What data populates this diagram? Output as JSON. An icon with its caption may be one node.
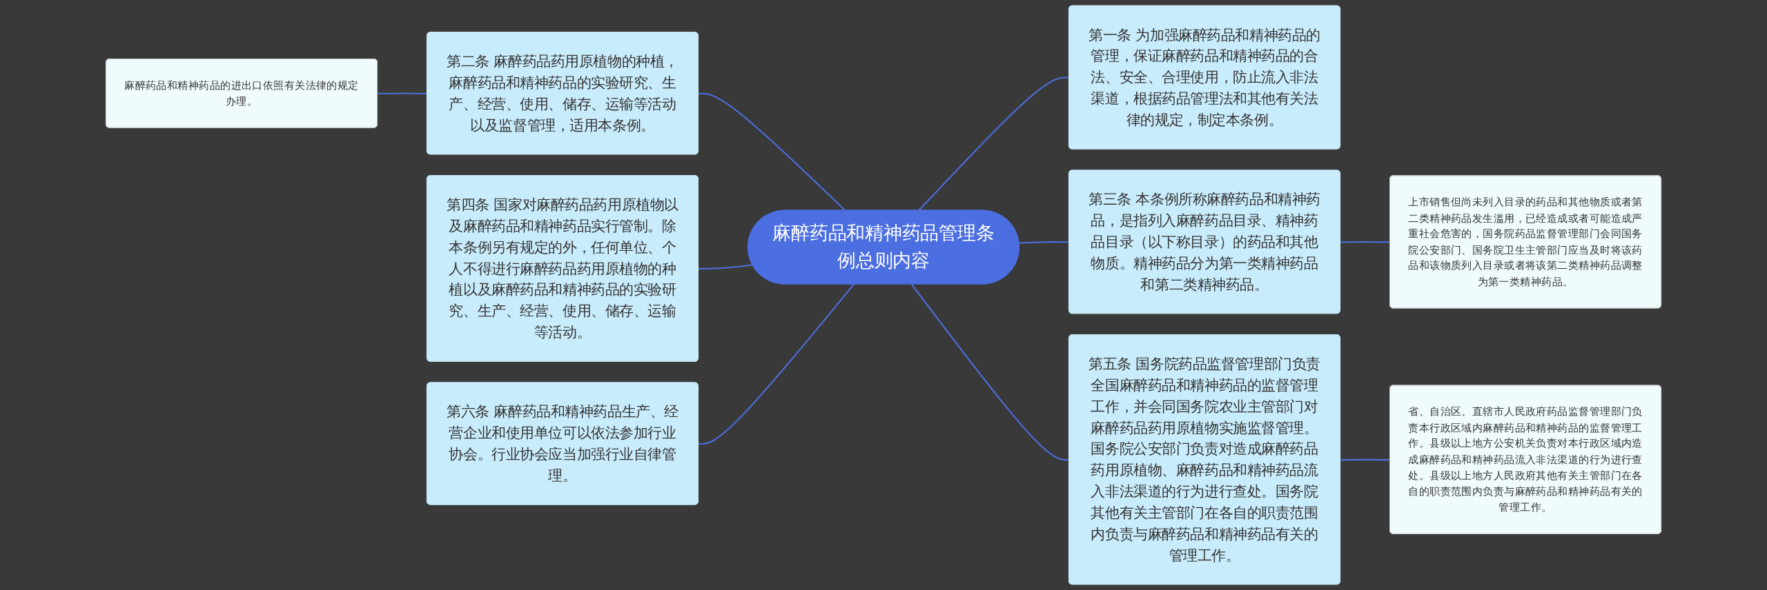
{
  "diagram": {
    "nodes": [
      {
        "text": [
          "麻醉药品和精神药品管理条例总则内容"
        ]
      },
      {
        "text": [
          "第一条 为加强麻醉药品和精神药品的管理，保证麻醉药品和精神药品的合法、安全、合理使用，防止流入非法渠道，根据药品管理法和其他有关法律的规定，制定本条例。"
        ]
      },
      {
        "text": [
          "第三条 本条例所称麻醉药品和精神药品，是指列入麻醉药品目录、精神药品目录（以下称目录）的药品和其他物质。精神药品分为第一类精神药品和第二类精神药品。"
        ]
      },
      {
        "text": [
          "上市销售但尚未列入目录的药品和其他物质或者第二类精神药品发生滥用，已经造成或者可能造成严重社会危害的，国务院药品监督管理部门会同国务院公安部门、国务院卫生主管部门应当及时将该药品和该物质列入目录或者将该第二类精神药品调整为第一类精神药品。"
        ]
      },
      {
        "text": [
          "第五条 国务院药品监督管理部门负责全国麻醉药品和精神药品的监督管理工作，并会同国务院农业主管部门对麻醉药品药用原植物实施监督管理。国务院公安部门负责对造成麻醉药品药用原植物、麻醉药品和精神药品流入非法渠道的行为进行查处。国务院其他有关主管部门在各自的职责范围内负责与麻醉药品和精神药品有关的管理工作。"
        ]
      },
      {
        "text": [
          "省、自治区、直辖市人民政府药品监督管理部门负责本行政区域内麻醉药品和精神药品的监督管理工作。县级以上地方公安机关负责对本行政区域内造成麻醉药品和精神药品流入非法渠道的行为进行查处。县级以上地方人民政府其他有关主管部门在各自的职责范围内负责与麻醉药品和精神药品有关的管理工作。"
        ]
      },
      {
        "text": [
          "第二条 麻醉药品药用原植物的种植，麻醉药品和精神药品的实验研究、生产、经营、使用、储存、运输等活动以及监督管理，适用本条例。"
        ]
      },
      {
        "text": [
          "麻醉药品和精神药品的进出口依照有关法律的规定办理。"
        ]
      },
      {
        "text": [
          "第四条 国家对麻醉药品药用原植物以及麻醉药品和精神药品实行管制。除本条例另有规定的外，任何单位、个人不得进行麻醉药品药用原植物的种植以及麻醉药品和精神药品的实验研究、生产、经营、使用、储存、运输等活动。"
        ]
      },
      {
        "text": [
          "第六条 麻醉药品和精神药品生产、经营企业和使用单位可以依法参加行业协会。行业协会应当加强行业自律管理。"
        ]
      }
    ],
    "edges": [
      {
        "from": 0,
        "to": 1,
        "arrow": "none"
      },
      {
        "from": 0,
        "to": 2,
        "arrow": "none"
      },
      {
        "from": 2,
        "to": 3,
        "arrow": "none"
      },
      {
        "from": 0,
        "to": 4,
        "arrow": "none"
      },
      {
        "from": 4,
        "to": 5,
        "arrow": "none"
      },
      {
        "from": 7,
        "to": 6,
        "arrow": "none"
      },
      {
        "from": 6,
        "to": 0,
        "arrow": "none"
      },
      {
        "from": 8,
        "to": 0,
        "arrow": "none"
      },
      {
        "from": 9,
        "to": 0,
        "arrow": "none"
      }
    ]
  }
}
